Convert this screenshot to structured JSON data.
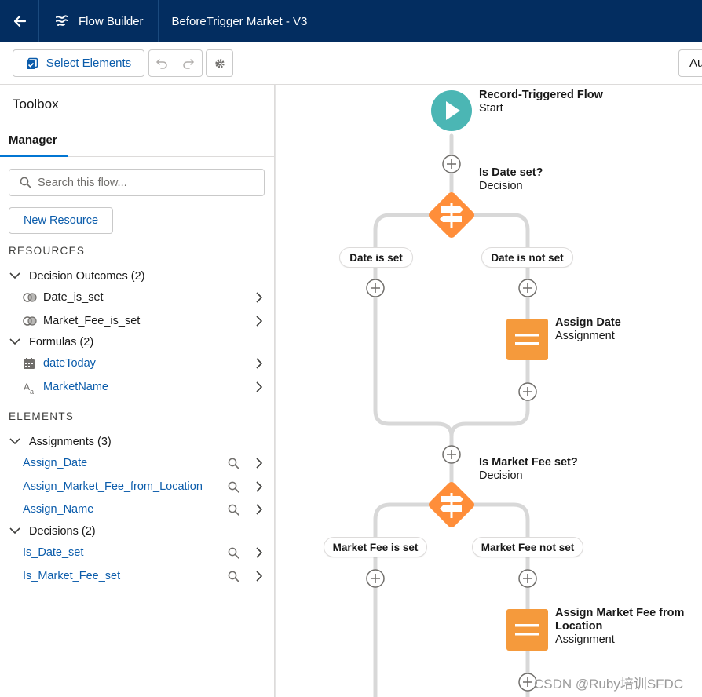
{
  "header": {
    "app_name": "Flow Builder",
    "flow_title": "BeforeTrigger Market - V3"
  },
  "toolbar": {
    "select_label": "Select Elements",
    "auto_label": "Au"
  },
  "sidebar": {
    "title": "Toolbox",
    "tab_label": "Manager",
    "search_placeholder": "Search this flow...",
    "new_resource_label": "New Resource",
    "resources_heading": "RESOURCES",
    "elements_heading": "ELEMENTS",
    "groups": {
      "decision_outcomes": "Decision Outcomes (2)",
      "formulas": "Formulas (2)",
      "assignments": "Assignments (3)",
      "decisions": "Decisions (2)"
    },
    "outcomes": [
      "Date_is_set",
      "Market_Fee_is_set"
    ],
    "formulas": [
      "dateToday",
      "MarketName"
    ],
    "assignments": [
      "Assign_Date",
      "Assign_Market_Fee_from_Location",
      "Assign_Name"
    ],
    "decisions": [
      "Is_Date_set",
      "Is_Market_Fee_set"
    ]
  },
  "canvas": {
    "start": {
      "name": "Record-Triggered Flow",
      "type": "Start"
    },
    "decision1": {
      "name": "Is Date set?",
      "type": "Decision",
      "left_outcome": "Date is set",
      "right_outcome": "Date is not set"
    },
    "assign1": {
      "name": "Assign Date",
      "type": "Assignment"
    },
    "decision2": {
      "name": "Is Market Fee set?",
      "type": "Decision",
      "left_outcome": "Market Fee is set",
      "right_outcome": "Market Fee not set"
    },
    "assign2": {
      "name_line1": "Assign Market Fee from",
      "name_line2": "Location",
      "type": "Assignment"
    }
  },
  "colors": {
    "header_bg": "#032d60",
    "start_teal": "#4bb6b4",
    "decision_orange": "#ff8e3a",
    "assignment_orange": "#f59a3c",
    "link_blue": "#0b5cab"
  },
  "watermark": "CSDN @Ruby培训SFDC"
}
